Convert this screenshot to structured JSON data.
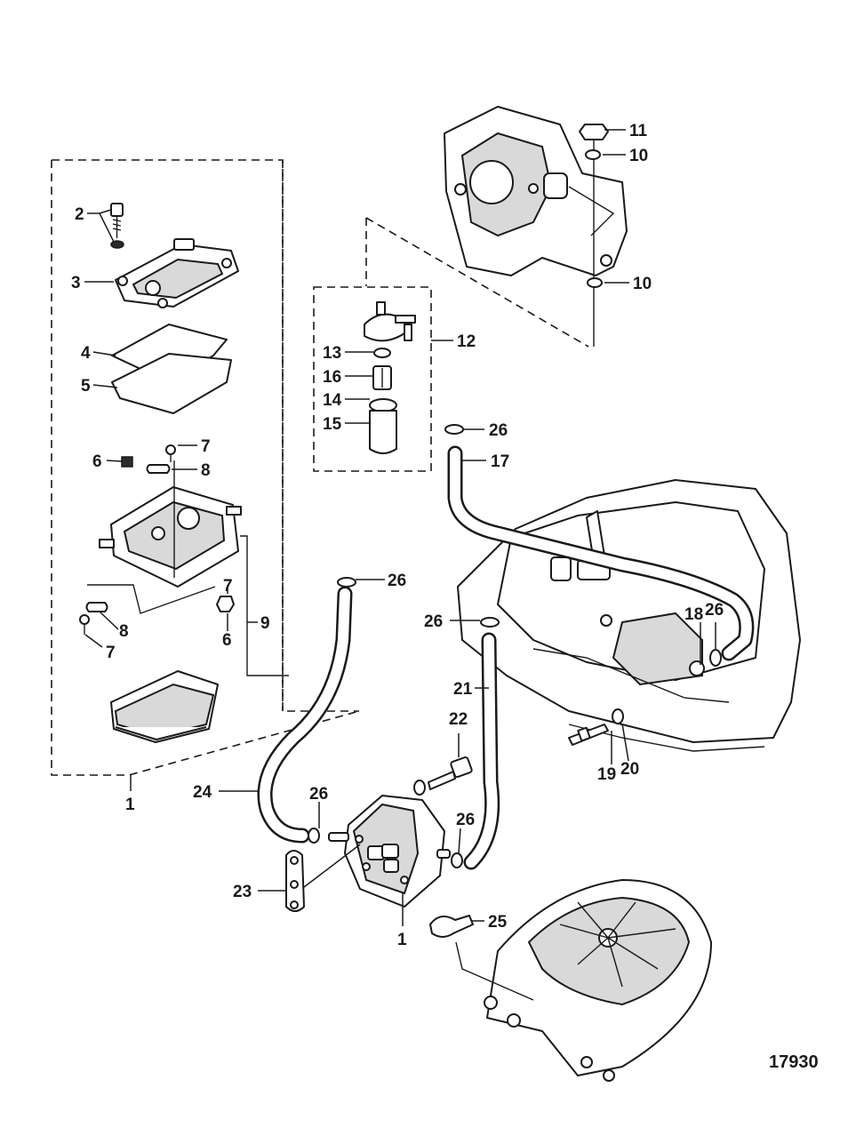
{
  "figure": {
    "reference_number": "17930"
  },
  "callouts": {
    "c1_top_group": "1",
    "c2": "2",
    "c3": "3",
    "c4": "4",
    "c5": "5",
    "c6_top": "6",
    "c7_top": "7",
    "c8_top": "8",
    "c8_bottom": "8",
    "c7_bottom": "7",
    "c7_right": "7",
    "c6_bottom": "6",
    "c9": "9",
    "c10_top": "10",
    "c11": "11",
    "c10_bottom": "10",
    "c12": "12",
    "c13": "13",
    "c16": "16",
    "c14": "14",
    "c15": "15",
    "c26_filter": "26",
    "c17": "17",
    "c26_upper": "26",
    "c26_mid": "26",
    "c18": "18",
    "c26_right": "26",
    "c21": "21",
    "c22": "22",
    "c20": "20",
    "c19": "19",
    "c24": "24",
    "c26_pump_left": "26",
    "c26_pump_right": "26",
    "c23": "23",
    "c1_pump": "1",
    "c25": "25"
  }
}
